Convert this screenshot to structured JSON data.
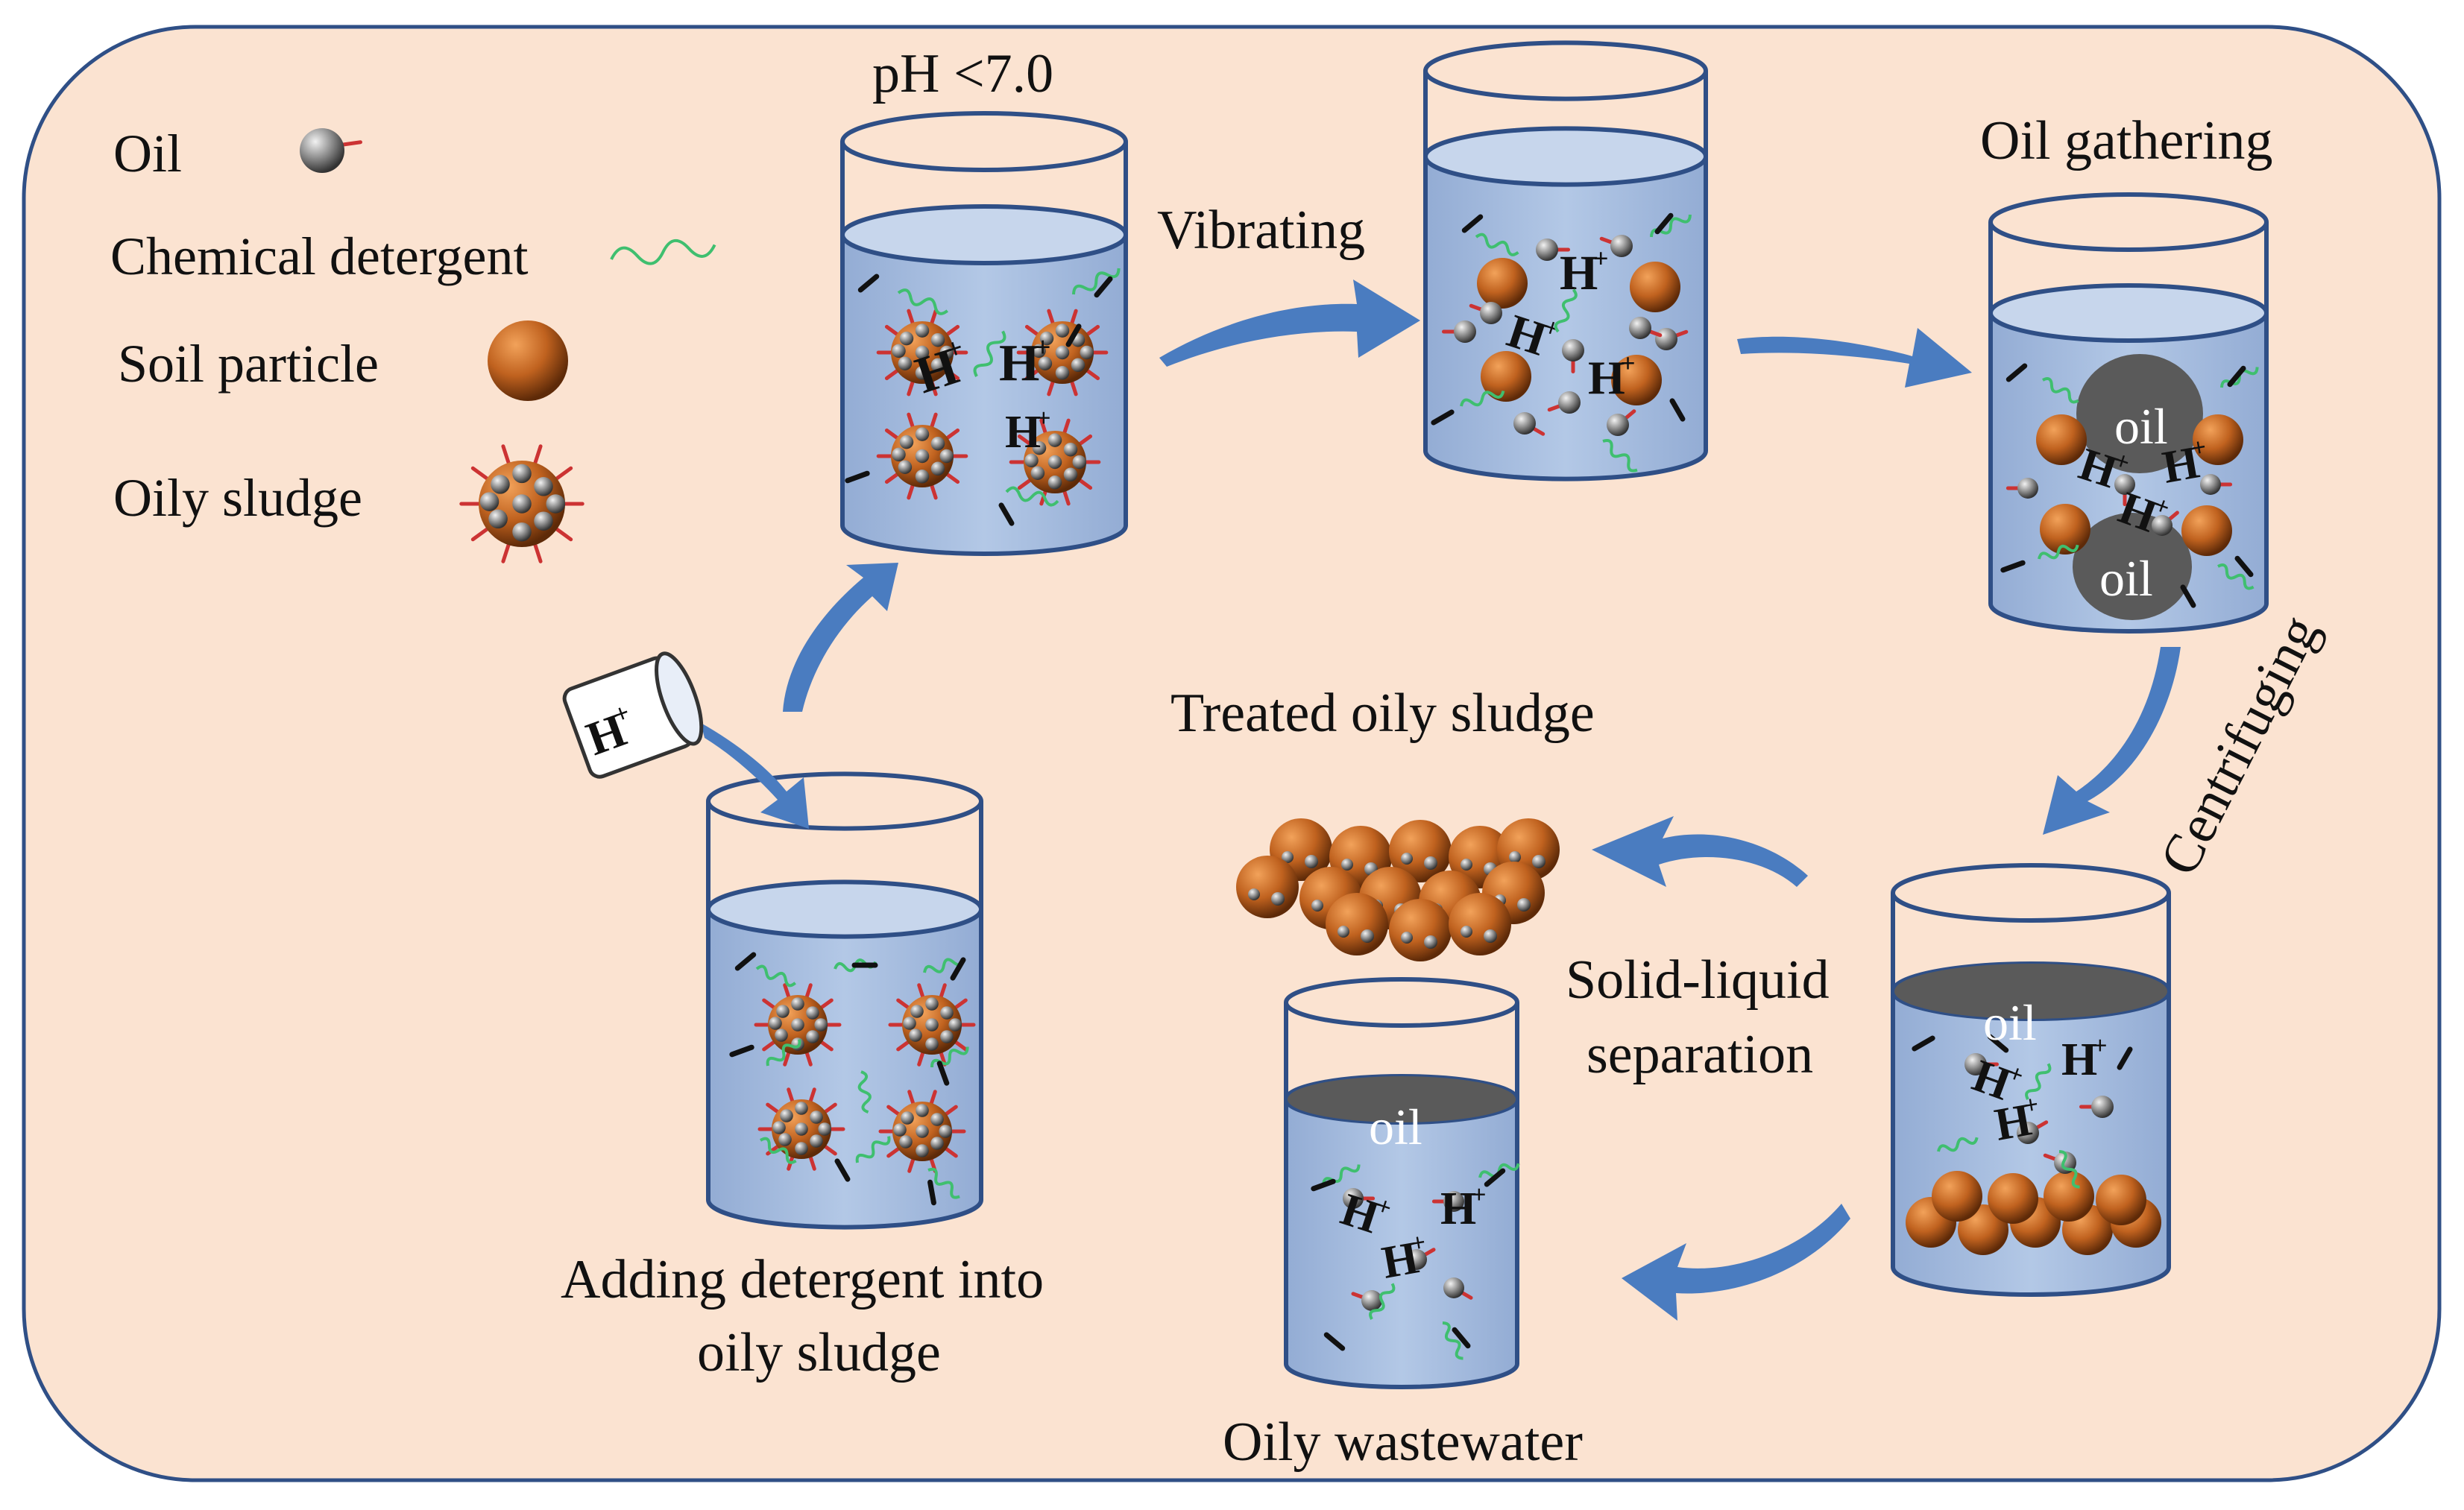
{
  "legend": {
    "oil": "Oil",
    "chemical_detergent": "Chemical detergent",
    "soil_particle": "Soil particle",
    "oily_sludge": "Oily sludge"
  },
  "steps": {
    "ph_condition": "pH <7.0",
    "vibrating": "Vibrating",
    "oil_gathering": "Oil gathering",
    "centrifuging": "Centrifuging",
    "treated_oily_sludge": "Treated oily sludge",
    "solid_liquid_line1": "Solid-liquid",
    "solid_liquid_line2": "separation",
    "adding_line1": "Adding detergent into",
    "adding_line2": "oily sludge",
    "oily_wastewater": "Oily wastewater"
  },
  "oil_label": "oil",
  "acid_label": "H",
  "acid_charge": "+",
  "colors": {
    "background_panel": "#fbe3d1",
    "panel_border": "#2f4f86",
    "water": "#a8bfe0",
    "water_surface": "#c7d6ec",
    "beaker_outline": "#2f4f86",
    "arrow": "#4a7cc0",
    "soil_particle": "#b3581b",
    "oil_droplet": "#7d7d7d",
    "oil_layer": "#5a5a5a",
    "detergent": "#3fbf6f"
  }
}
